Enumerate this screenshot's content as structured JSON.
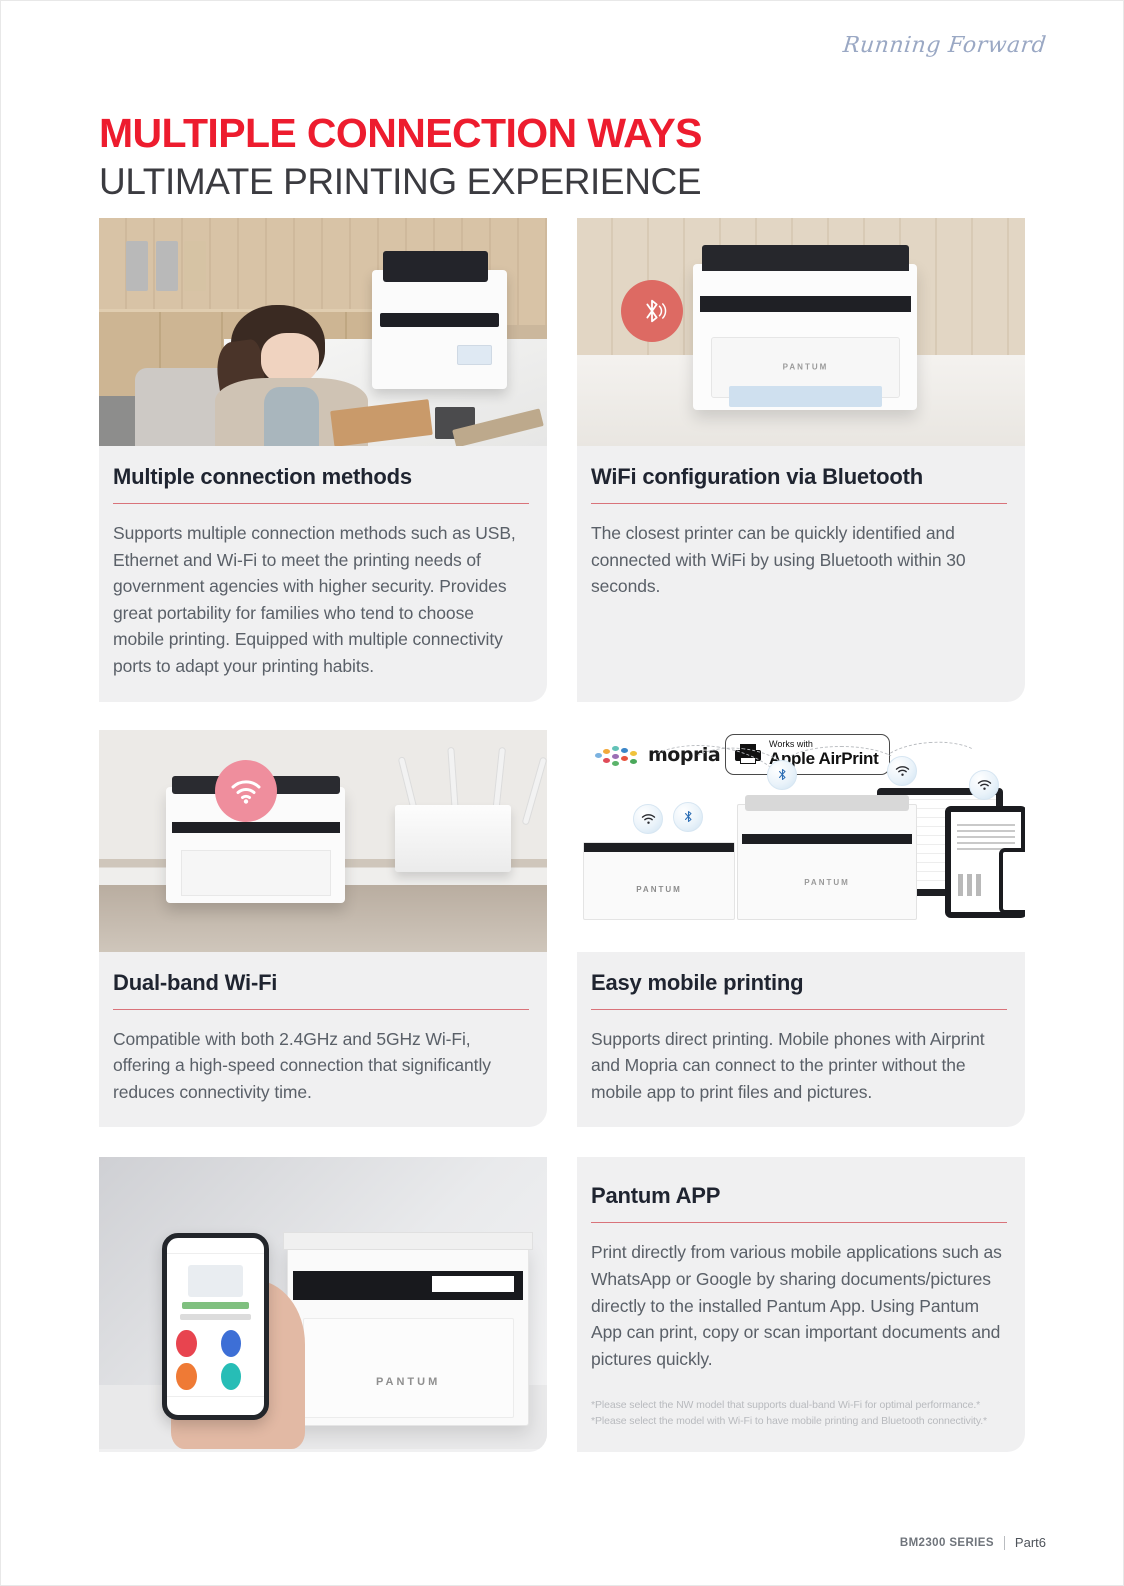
{
  "header": {
    "brand_script": "Running Forward",
    "title_main": "MULTIPLE CONNECTION WAYS",
    "title_sub": "ULTIMATE PRINTING EXPERIENCE"
  },
  "colors": {
    "accent_red": "#ed1c2e",
    "rule_red": "#d9737a",
    "title_dark": "#1f2430",
    "body_gray": "#5a6068",
    "card_bg": "#f0f0f1",
    "badge_bluetooth": "#dd6a63",
    "badge_wifi": "#ef8e9d"
  },
  "cards": [
    {
      "id": "multiple-connection-methods",
      "title": "Multiple connection methods",
      "text": "Supports multiple connection methods such as USB, Ethernet and Wi-Fi to meet the printing needs of government agencies with higher security. Provides great portability for families who tend to choose mobile printing. Equipped with multiple connectivity ports to adapt your printing habits.",
      "image_alt": "Woman at office desk with Pantum printer"
    },
    {
      "id": "wifi-configuration-via-bluetooth",
      "title": "WiFi configuration via Bluetooth",
      "text": "The closest printer can be quickly identified and connected with WiFi by using Bluetooth within 30 seconds.",
      "image_alt": "Pantum printer on desk with Bluetooth badge",
      "badge_icon": "bluetooth-icon"
    },
    {
      "id": "dual-band-wi-fi",
      "title": "Dual-band Wi-Fi",
      "text": "Compatible with both 2.4GHz and 5GHz Wi-Fi, offering a high-speed connection that significantly reduces connectivity time.",
      "image_alt": "Pantum printer beside wireless router with Wi-Fi badge",
      "badge_icon": "wifi-icon"
    },
    {
      "id": "easy-mobile-printing",
      "title": "Easy mobile printing",
      "text": "Supports direct printing. Mobile phones with Airprint and Mopria can connect to the printer without the mobile app to print files and pictures.",
      "image_alt": "Printers connecting wirelessly to laptop, tablet and phone"
    },
    {
      "id": "pantum-app",
      "title": "Pantum APP",
      "text": "Print directly from various mobile applications such as WhatsApp or Google by sharing documents/pictures directly to the installed Pantum App. Using Pantum App can print, copy or scan important documents and pictures quickly.",
      "image_alt": "Hand holding phone running Pantum App next to printer"
    }
  ],
  "logos": {
    "mopria": "mopria",
    "airprint_small": "Works with",
    "airprint_big": "Apple AirPrint"
  },
  "printer_brand": "PANTUM",
  "footnotes": [
    "*Please select the NW model that supports dual-band Wi-Fi for optimal performance.*",
    "*Please select the model with Wi-Fi to have mobile printing and Bluetooth connectivity.*"
  ],
  "footer": {
    "series": "BM2300 SERIES",
    "part": "Part6"
  }
}
